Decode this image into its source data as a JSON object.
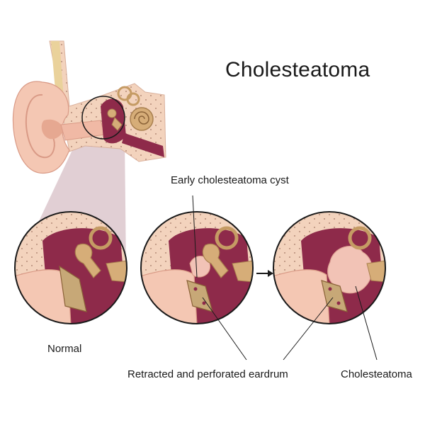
{
  "title": "Cholesteatoma",
  "labels": {
    "early_cyst": "Early cholesteatoma cyst",
    "normal": "Normal",
    "eardrum": "Retracted and perforated eardrum",
    "cholesteatoma": "Cholesteatoma"
  },
  "colors": {
    "skin": "#f4c7b3",
    "skin_dark": "#e6a891",
    "bone": "#f3d3bd",
    "cavity": "#8e2a4a",
    "ossicle": "#d6ad78",
    "ossicle_dark": "#a9804f",
    "tympanic": "#c7a877",
    "cartilage": "#ead29b",
    "cyst": "#f2c3b6",
    "magnifier": "#d7bfc6",
    "outline": "#1a1a1a"
  }
}
